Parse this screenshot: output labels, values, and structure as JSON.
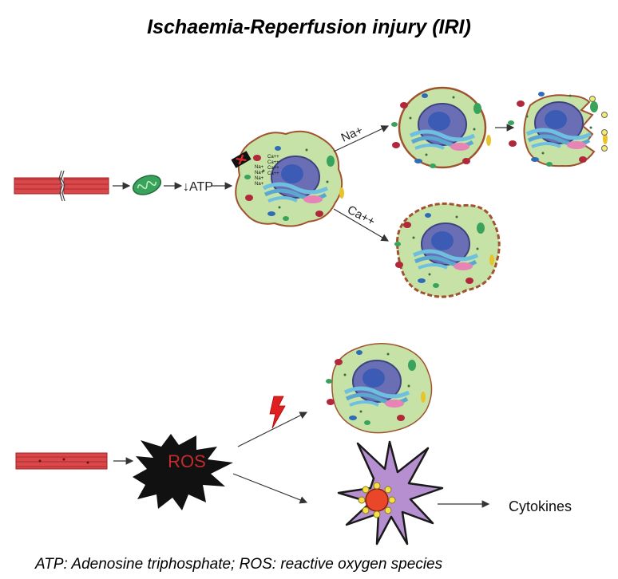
{
  "title": "Ischaemia-Reperfusion injury (IRI)",
  "labels": {
    "atp": "↓ATP",
    "na_arrow": "Na+",
    "ca_arrow": "Ca++",
    "ros": "ROS",
    "cytokines": "Cytokines",
    "ions": [
      "Ca++",
      "Ca++",
      "Na+",
      "Ca++",
      "Na+",
      "Na+",
      "Na+",
      "Ca++"
    ]
  },
  "footnote": "ATP: Adenosine triphosphate; ROS: reactive oxygen species",
  "colors": {
    "cytoplasm": "#c6e2a7",
    "membrane": "#a0522d",
    "nucleus": "#6a6fb5",
    "vessel": "#c8383a",
    "mitochondrion": "#3aa35b",
    "ros_burst": "#111111",
    "ros_text": "#c62a2a",
    "bolt": "#e02020",
    "immune_cell": "#b58fcf"
  }
}
